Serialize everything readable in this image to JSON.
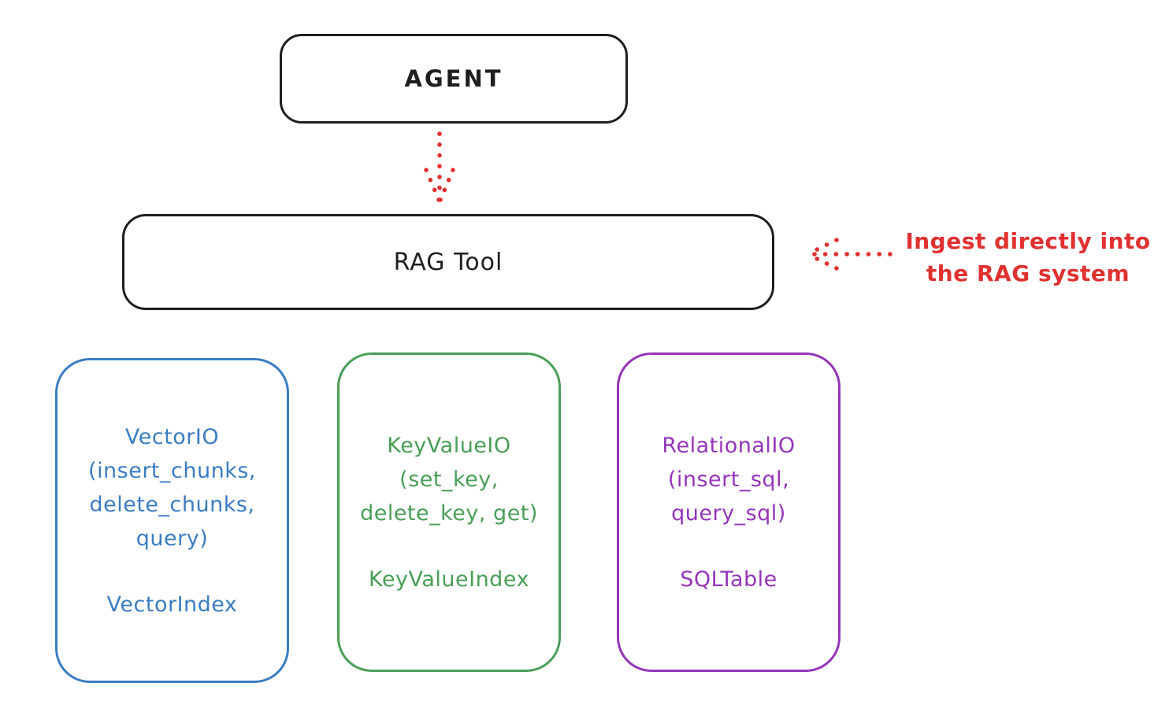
{
  "diagram": {
    "agent": {
      "label": "AGENT"
    },
    "rag_tool": {
      "label": "RAG Tool"
    },
    "annotation": {
      "line1": "Ingest directly into",
      "line2": "the RAG system",
      "color": "#e03131"
    },
    "stores": [
      {
        "id": "vector-io",
        "title_lines": [
          "VectorIO",
          "(insert_chunks,",
          "delete_chunks,",
          "query)"
        ],
        "index_label": "VectorIndex",
        "color": "#3b7dc1"
      },
      {
        "id": "keyvalue-io",
        "title_lines": [
          "KeyValueIO",
          "(set_key,",
          "delete_key, get)"
        ],
        "index_label": "KeyValueIndex",
        "color": "#4a9e58"
      },
      {
        "id": "relational-io",
        "title_lines": [
          "RelationalIO",
          "(insert_sql,",
          "query_sql)"
        ],
        "index_label": "SQLTable",
        "color": "#9435b8"
      }
    ],
    "arrows": [
      {
        "id": "agent-to-ragtool",
        "style": "dotted",
        "color": "#e03131",
        "direction": "down"
      },
      {
        "id": "ingest-into-ragtool",
        "style": "dotted",
        "color": "#e03131",
        "direction": "left"
      }
    ],
    "colors": {
      "node_stroke": "#1e1e1e",
      "background": "#ffffff"
    }
  }
}
